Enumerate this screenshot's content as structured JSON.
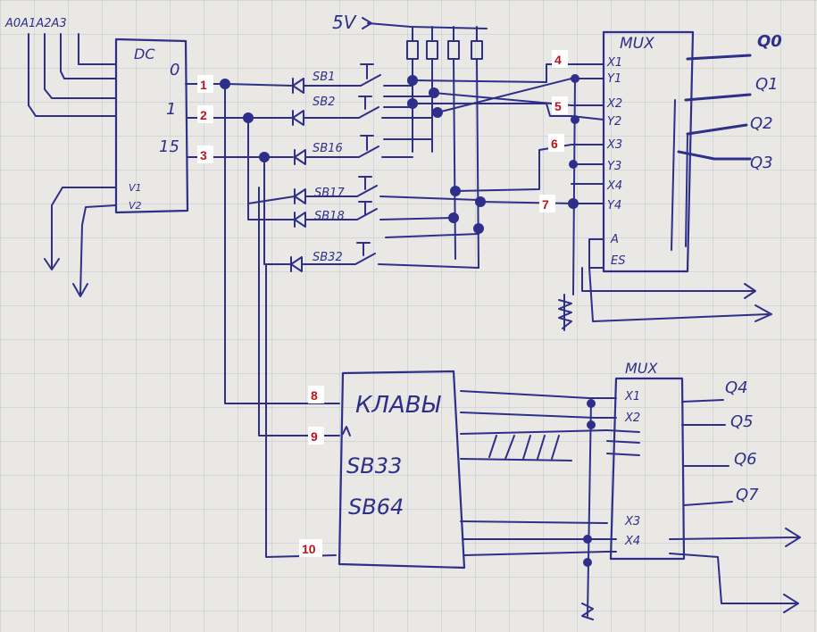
{
  "decoder": {
    "inputs_label": "A0A1A2A3",
    "name": "DC",
    "out0": "0",
    "out1": "1",
    "out15": "15",
    "v1": "V1",
    "v2": "V2"
  },
  "supply": "5V",
  "buttons": [
    "SB1",
    "SB2",
    "SB16",
    "SB17",
    "SB18",
    "SB32"
  ],
  "mux1": {
    "name": "MUX",
    "inputs": [
      "X1",
      "Y1",
      "X2",
      "Y2",
      "X3",
      "Y3",
      "X4",
      "Y4"
    ],
    "a": "A",
    "es": "ES",
    "outputs": [
      "Q0",
      "Q1",
      "Q2",
      "Q3"
    ]
  },
  "keyboard": {
    "name": "КЛАВЫ",
    "line2": "SB33",
    "line3": "SB64"
  },
  "mux2": {
    "name": "MUX",
    "inputs": [
      "X1",
      "X2",
      "X3",
      "X4"
    ],
    "outputs": [
      "Q4",
      "Q5",
      "Q6",
      "Q7"
    ]
  },
  "markers": [
    "1",
    "2",
    "3",
    "4",
    "5",
    "6",
    "7",
    "8",
    "9",
    "10"
  ],
  "colors": {
    "ink": "#2e2f8a",
    "marker": "#c0121b",
    "grid": "#bfc4cc"
  }
}
